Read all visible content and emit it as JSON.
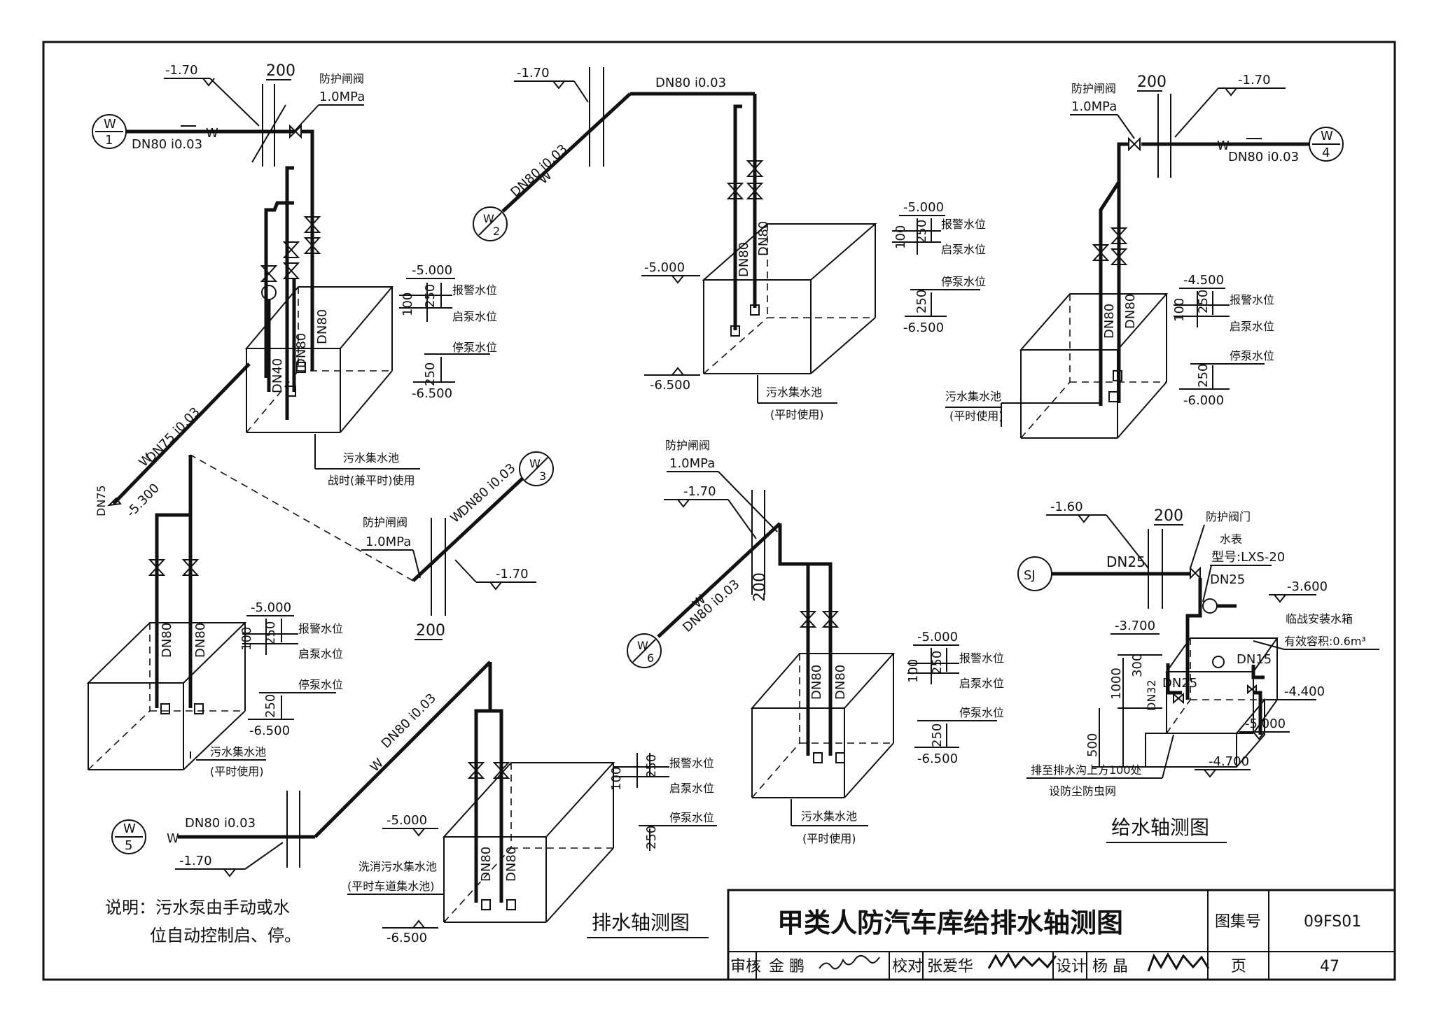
{
  "drawing": {
    "title": "甲类人防汽车库给排水轴测图",
    "atlas_label": "图集号",
    "atlas_no": "09FS01",
    "page_label": "页",
    "page_no": "47",
    "review_label": "审核",
    "reviewer": "金 鹏",
    "check_label": "校对",
    "checker": "张爱华",
    "design_label": "设计",
    "designer": "杨 晶"
  },
  "captions": {
    "drainage": "排水轴测图",
    "supply": "给水轴测图"
  },
  "note": {
    "line1": "说明：污水泵由手动或水",
    "line2": "位自动控制启、停。"
  },
  "labels": {
    "alarm": "报警水位",
    "start": "启泵水位",
    "stop": "停泵水位",
    "gate_valve": "防护闸阀",
    "gate_door": "防护阀门",
    "pressure": "1.0MPa",
    "pool_daily": "(平时使用)",
    "sewage_pool": "污水集水池",
    "pool_war": "战时(兼平时)使用",
    "wash_pool": "洗消污水集水池",
    "wash_pool_sub": "(平时车道集水池)",
    "meter": "水表",
    "meter_model": "型号:LXS-20",
    "tank": "临战安装水箱",
    "tank_capacity": "有效容积:0.6m³",
    "drain_to": "排至排水沟上方100处",
    "insect_net": "设防尘防虫网",
    "dim_200": "200",
    "dim_100": "100",
    "dim_250": "250",
    "dim_300": "300",
    "dim_500": "500",
    "dim_1000": "1000"
  },
  "pipes": {
    "dn80_slope": "DN80  i0.03",
    "dn80_slope2": "DN80 i0.03",
    "dn75_slope": "DN75  i0.03",
    "dn80": "DN80",
    "dn75": "DN75",
    "dn40": "DN40",
    "dn25": "DN25",
    "dn32": "DN32",
    "dn15": "DN15",
    "w": "W"
  },
  "elevations": {
    "e_170": "-1.70",
    "e_160": "-1.60",
    "e_5000": "-5.000",
    "e_6500": "-6.500",
    "e_4500": "-4.500",
    "e_6000": "-6.000",
    "e_5300": "-5.300",
    "e_3600": "-3.600",
    "e_3700": "-3.700",
    "e_4400": "-4.400",
    "e_4700": "-4.700"
  },
  "nodes": {
    "w": "W",
    "n1": "1",
    "n2": "2",
    "n3": "3",
    "n4": "4",
    "n5": "5",
    "n6": "6",
    "sj": "SJ"
  }
}
